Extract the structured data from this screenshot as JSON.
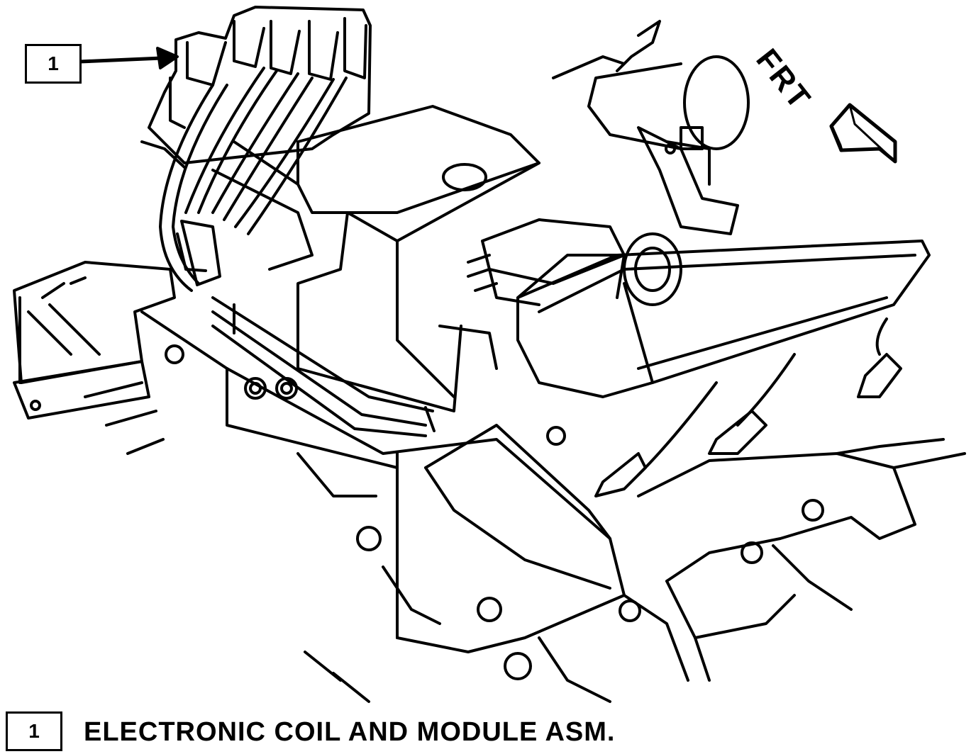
{
  "callout": {
    "number": "1"
  },
  "front_label": "FRT",
  "legend": [
    {
      "number": "1",
      "text": "ELECTRONIC COIL AND MODULE ASM."
    }
  ],
  "colors": {
    "ink": "#000000",
    "paper": "#ffffff"
  },
  "icons": [
    "callout-arrow",
    "front-direction-arrow"
  ]
}
